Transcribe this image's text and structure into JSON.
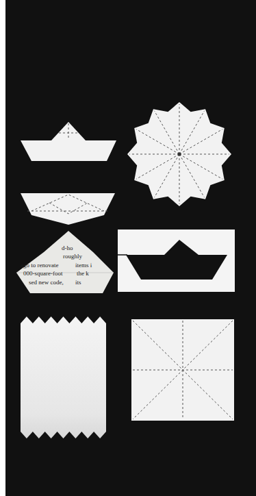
{
  "diagram": {
    "labels": [
      "d-ho",
      "roughly",
      "ago to renovate",
      "items i",
      "000-square-foot",
      "the k",
      "sed new code,",
      "its"
    ]
  }
}
